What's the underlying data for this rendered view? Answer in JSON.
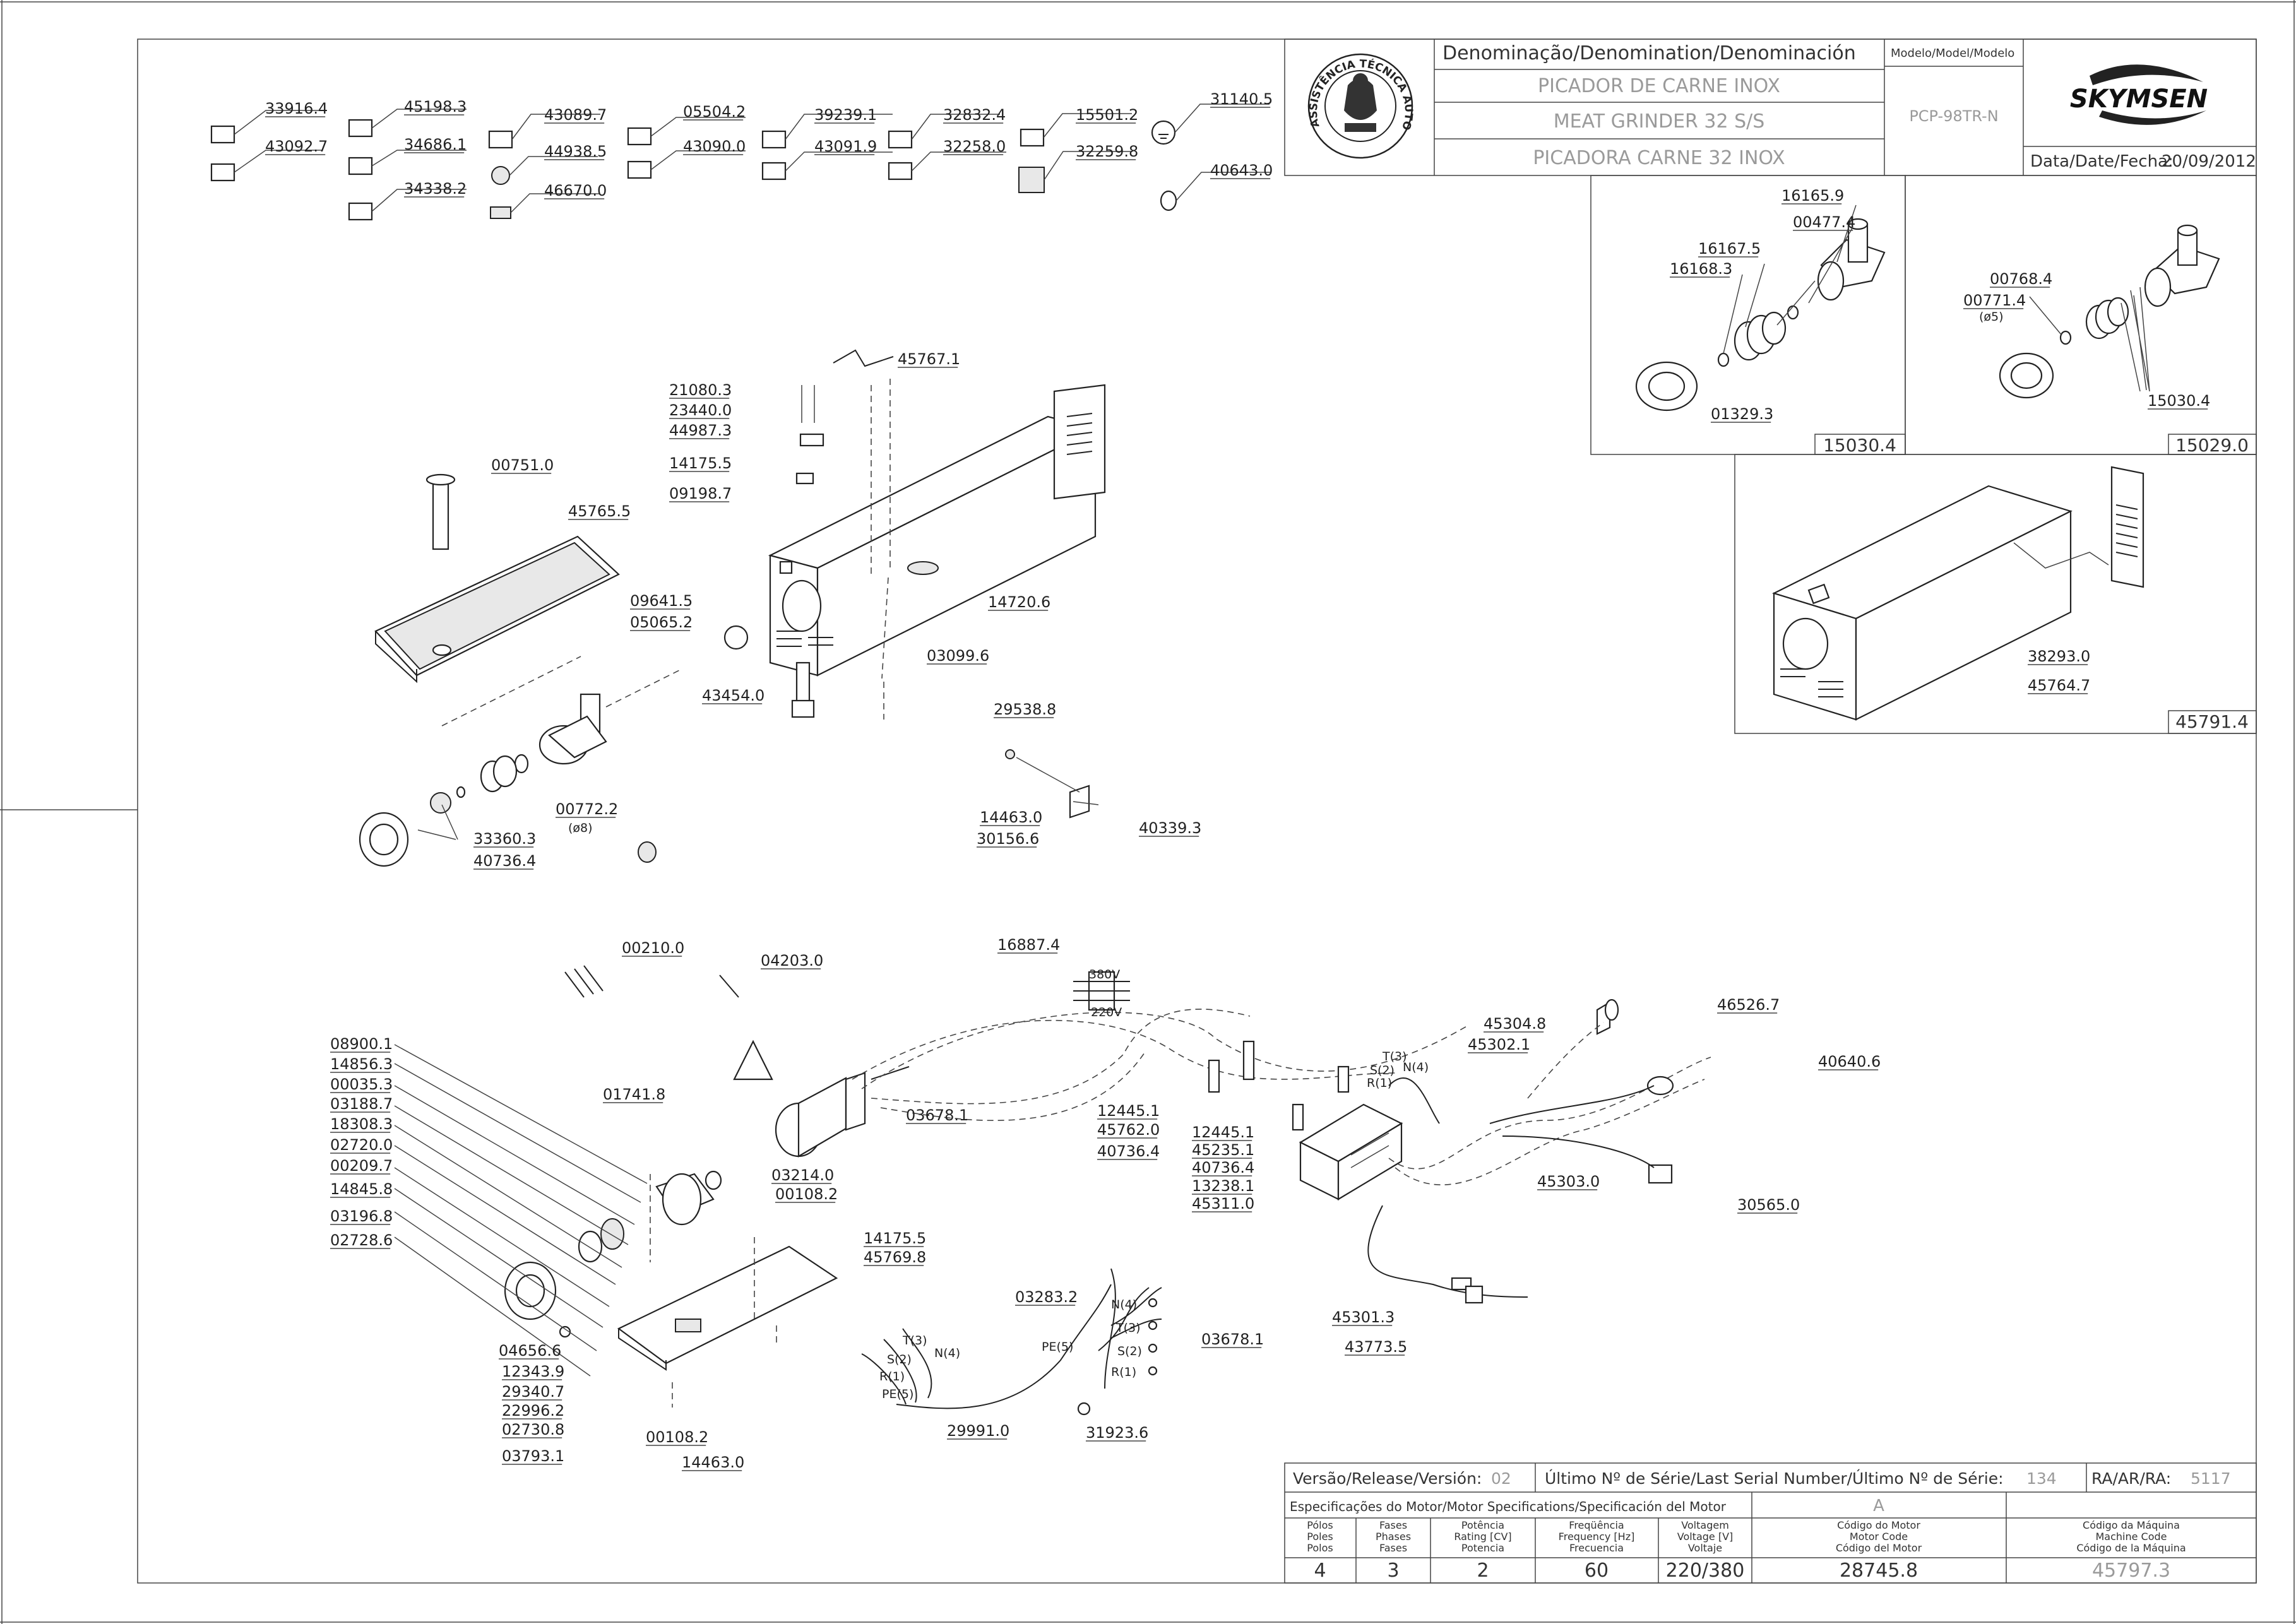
{
  "title_block": {
    "denomination_header": "Denominação/Denomination/Denominación",
    "name_pt": "PICADOR DE CARNE INOX",
    "name_en": "MEAT GRINDER 32 S/S",
    "name_es": "PICADORA CARNE 32 INOX",
    "model_header": "Modelo/Model/Modelo",
    "model_value": "PCP-98TR-N",
    "brand": "SKYMSEN",
    "date_label": "Data/Date/Fecha:",
    "date_value": "20/09/2012",
    "seal_text": "ASSISTÊNCIA TÉCNICA AUTORIZADA"
  },
  "footer": {
    "version_label": "Versão/Release/Versión:",
    "version_value": "02",
    "serial_label": "Último Nº de Série/Last Serial Number/Último Nº de Série:",
    "serial_value": "134",
    "ra_label": "RA/AR/RA:",
    "ra_value": "5117",
    "motor_spec_label": "Especificações do Motor/Motor Specifications/Specificación del Motor",
    "motor_rev": "A",
    "columns": [
      {
        "l1": "Pólos",
        "l2": "Poles",
        "l3": "Polos",
        "value": "4"
      },
      {
        "l1": "Fases",
        "l2": "Phases",
        "l3": "Fases",
        "value": "3"
      },
      {
        "l1": "Potência",
        "l2": "Rating [CV]",
        "l3": "Potencia",
        "value": "2"
      },
      {
        "l1": "Freqüência",
        "l2": "Frequency [Hz]",
        "l3": "Frecuencia",
        "value": "60"
      },
      {
        "l1": "Voltagem",
        "l2": "Voltage [V]",
        "l3": "Voltaje",
        "value": "220/380"
      },
      {
        "l1": "Código do Motor",
        "l2": "Motor Code",
        "l3": "Código del Motor",
        "value": "28745.8"
      },
      {
        "l1": "Código da Máquina",
        "l2": "Machine Code",
        "l3": "Código de la Máquina",
        "value": "45797.3"
      }
    ]
  },
  "inset_labels": [
    "15030.4",
    "15029.0",
    "45791.4"
  ],
  "part_labels": [
    "33916.4",
    "43092.7",
    "45198.3",
    "34686.1",
    "34338.2",
    "43089.7",
    "44938.5",
    "46670.0",
    "05504.2",
    "43090.0",
    "39239.1",
    "43091.9",
    "32832.4",
    "32258.0",
    "15501.2",
    "32259.8",
    "31140.5",
    "40643.0",
    "16165.9",
    "00477.4",
    "16167.5",
    "16168.3",
    "01329.3",
    "00768.4",
    "00771.4",
    "(ø5)",
    "15030.4",
    "38293.0",
    "45764.7",
    "45767.1",
    "21080.3",
    "23440.0",
    "44987.3",
    "14175.5",
    "09198.7",
    "00751.0",
    "45765.5",
    "09641.5",
    "05065.2",
    "14720.6",
    "03099.6",
    "43454.0",
    "33360.3",
    "40736.4",
    "00772.2",
    "(ø8)",
    "29538.8",
    "14463.0",
    "30156.6",
    "40339.3",
    "00210.0",
    "04203.0",
    "16887.4",
    "380V",
    "220V",
    "08900.1",
    "14856.3",
    "00035.3",
    "03188.7",
    "18308.3",
    "02720.0",
    "00209.7",
    "14845.8",
    "03196.8",
    "02728.6",
    "01741.8",
    "03678.1",
    "03214.0",
    "00108.2",
    "14175.5",
    "45769.8",
    "04656.6",
    "12343.9",
    "29340.7",
    "22996.2",
    "02730.8",
    "03793.1",
    "00108.2",
    "14463.0",
    "12445.1",
    "45762.0",
    "40736.4",
    "12445.1",
    "45235.1",
    "40736.4",
    "13238.1",
    "45311.0",
    "T(3)",
    "S(2)",
    "N(4)",
    "R(1)",
    "45304.8",
    "45302.1",
    "46526.7",
    "40640.6",
    "45303.0",
    "30565.0",
    "45301.3",
    "43773.5",
    "03283.2",
    "N(4)",
    "T(3)",
    "S(2)",
    "R(1)",
    "PE(5)",
    "03678.1",
    "T(3)",
    "N(4)",
    "S(2)",
    "R(1)",
    "PE(5)",
    "29991.0",
    "31923.6"
  ]
}
